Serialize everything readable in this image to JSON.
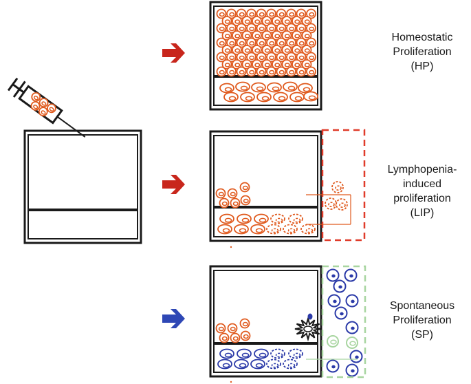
{
  "panels": [
    {
      "id": "hp",
      "label_lines": [
        "Homeostatic",
        "Proliferation",
        "(HP)"
      ]
    },
    {
      "id": "lip",
      "label_lines": [
        "Lymphopenia-",
        "induced",
        "proliferation",
        "(LIP)"
      ]
    },
    {
      "id": "sp",
      "label_lines": [
        "Spontaneous",
        "Proliferation",
        "(SP)"
      ]
    }
  ],
  "colors": {
    "orange_cell": "#e05a1e",
    "blue_cell": "#2b3aa8",
    "green_cell": "#a8d5a0",
    "red_arrow": "#c8261c",
    "blue_arrow": "#2e47b5",
    "red_dash": "#e03b2a",
    "green_dash": "#a8d5a0",
    "line": "#1a1a1a"
  }
}
